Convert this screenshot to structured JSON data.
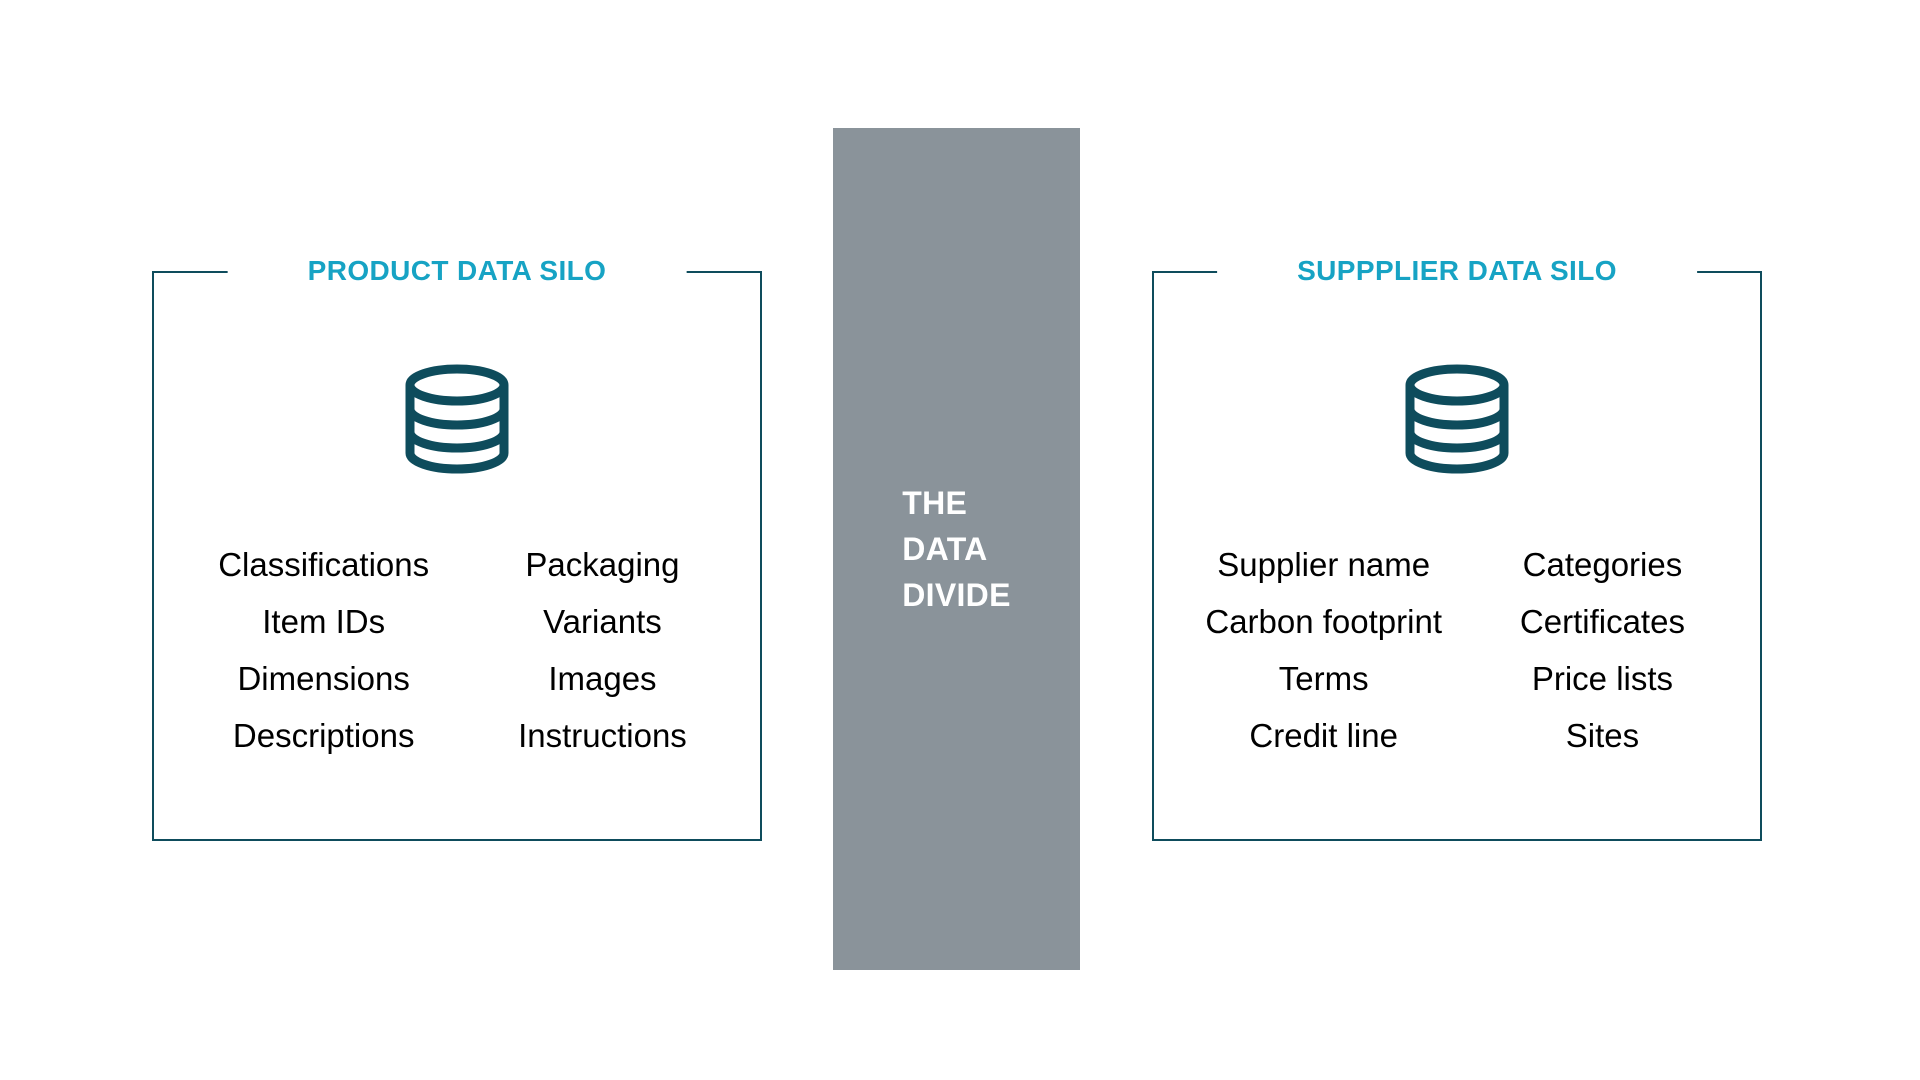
{
  "slide": {
    "background": "#ffffff"
  },
  "product_silo": {
    "title": "PRODUCT DATA SILO",
    "icon": "database-icon",
    "columns": [
      [
        "Classifications",
        "Item IDs",
        "Dimensions",
        "Descriptions"
      ],
      [
        "Packaging",
        "Variants",
        "Images",
        "Instructions"
      ]
    ]
  },
  "divider": {
    "lines": [
      "THE",
      "DATA",
      "DIVIDE"
    ],
    "background": "#8A939A",
    "text_color": "#ffffff"
  },
  "supplier_silo": {
    "title": "SUPPPLIER DATA SILO",
    "icon": "database-icon",
    "columns": [
      [
        "Supplier name",
        "Carbon footprint",
        "Terms",
        "Credit line"
      ],
      [
        "Categories",
        "Certificates",
        "Price lists",
        "Sites"
      ]
    ]
  },
  "colors": {
    "accent_teal": "#17A3C4",
    "dark_teal": "#0E4C5C",
    "divider_gray": "#8A939A",
    "item_text": "#000000"
  }
}
